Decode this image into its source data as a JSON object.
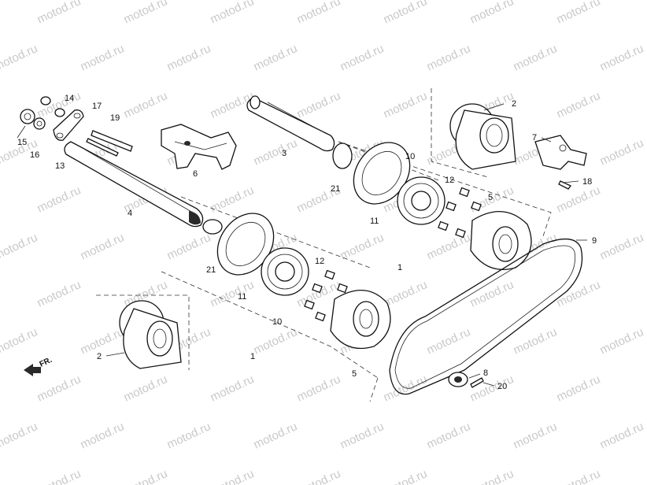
{
  "diagram": {
    "watermark_text": "motod.ru",
    "direction_label": "FR.",
    "callouts": {
      "c1a": "1",
      "c1b": "1",
      "c2a": "2",
      "c2b": "2",
      "c3": "3",
      "c4": "4",
      "c5a": "5",
      "c5b": "5",
      "c6": "6",
      "c7": "7",
      "c8": "8",
      "c9": "9",
      "c10a": "10",
      "c10b": "10",
      "c11a": "11",
      "c11b": "11",
      "c12a": "12",
      "c12b": "12",
      "c13": "13",
      "c14": "14",
      "c15": "15",
      "c16": "16",
      "c17": "17",
      "c18": "18",
      "c19": "19",
      "c20": "20",
      "c21a": "21",
      "c21b": "21"
    }
  }
}
